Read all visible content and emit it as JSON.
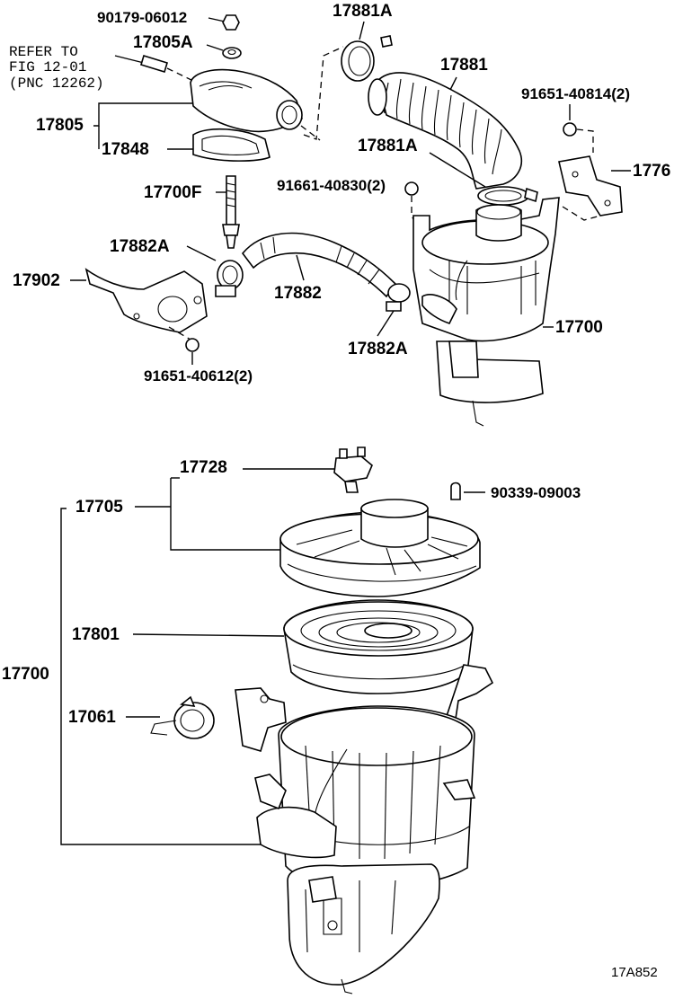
{
  "refer_note": {
    "line1": "REFER TO",
    "line2": "FIG 12-01",
    "line3": "(PNC 12262)"
  },
  "labels": {
    "p90179_06012": "90179-06012",
    "p17805A": "17805A",
    "p17805": "17805",
    "p17848": "17848",
    "p17881A_top": "17881A",
    "p17881": "17881",
    "p91651_40814": "91651-40814(2)",
    "p17881A_mid": "17881A",
    "p1776": "1776",
    "p17700F": "17700F",
    "p91661_40830": "91661-40830(2)",
    "p17882A_left": "17882A",
    "p17902": "17902",
    "p17882": "17882",
    "p17700_top": "17700",
    "p17882A_bottom": "17882A",
    "p91651_40612": "91651-40612(2)",
    "p17728": "17728",
    "p90339_09003": "90339-09003",
    "p17705": "17705",
    "p17801": "17801",
    "p17700_left": "17700",
    "p17061": "17061"
  },
  "figure_code": "17A852"
}
